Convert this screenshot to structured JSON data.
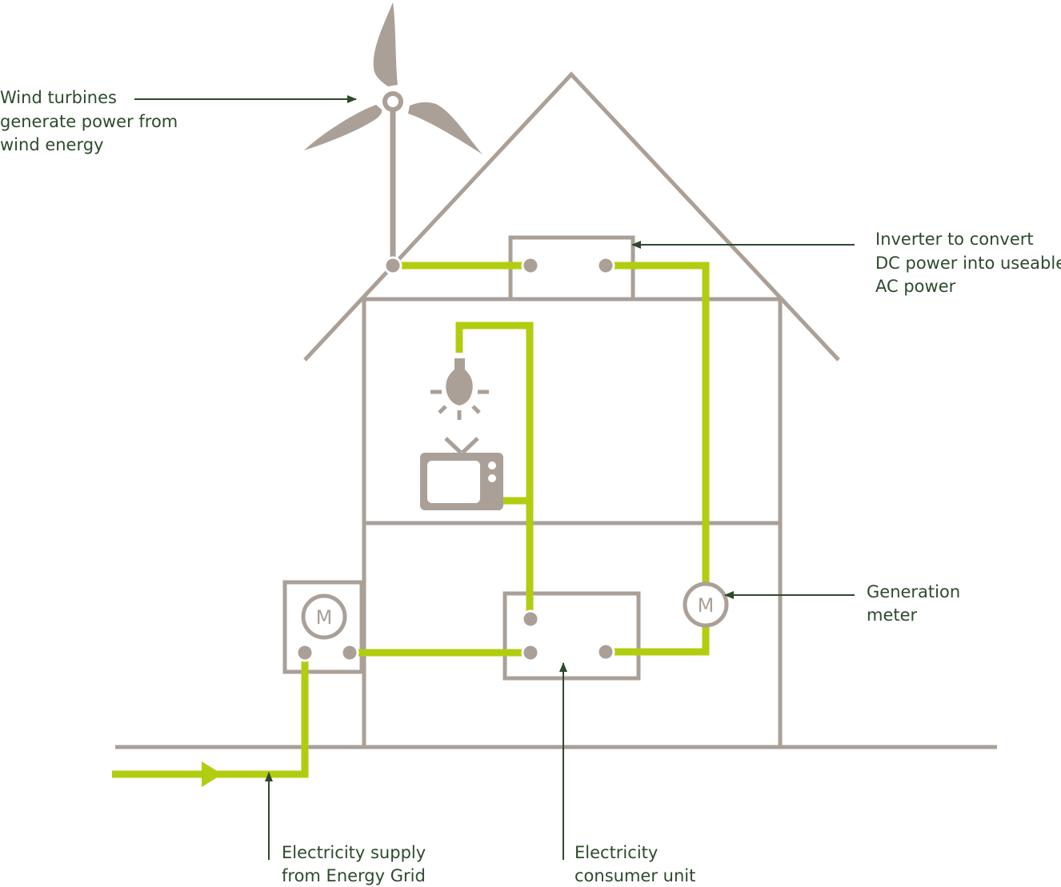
{
  "labels": {
    "wind_turbine": [
      "Wind turbines",
      "generate power from",
      "wind energy"
    ],
    "inverter": [
      "Inverter to convert",
      "DC power into useable",
      "AC power"
    ],
    "generation_meter": [
      "Generation",
      "meter"
    ],
    "grid_supply": [
      "Electricity supply",
      "from Energy Grid"
    ],
    "consumer_unit": [
      "Electricity",
      "consumer unit"
    ]
  },
  "meter_symbol": "M",
  "icons": {
    "turbine": "wind-turbine-icon",
    "bulb": "light-bulb-icon",
    "tv": "television-icon",
    "house": "house-icon"
  },
  "colors": {
    "wire": "#b2cd10",
    "structure": "#aaa098",
    "text": "#2e4a2c"
  }
}
